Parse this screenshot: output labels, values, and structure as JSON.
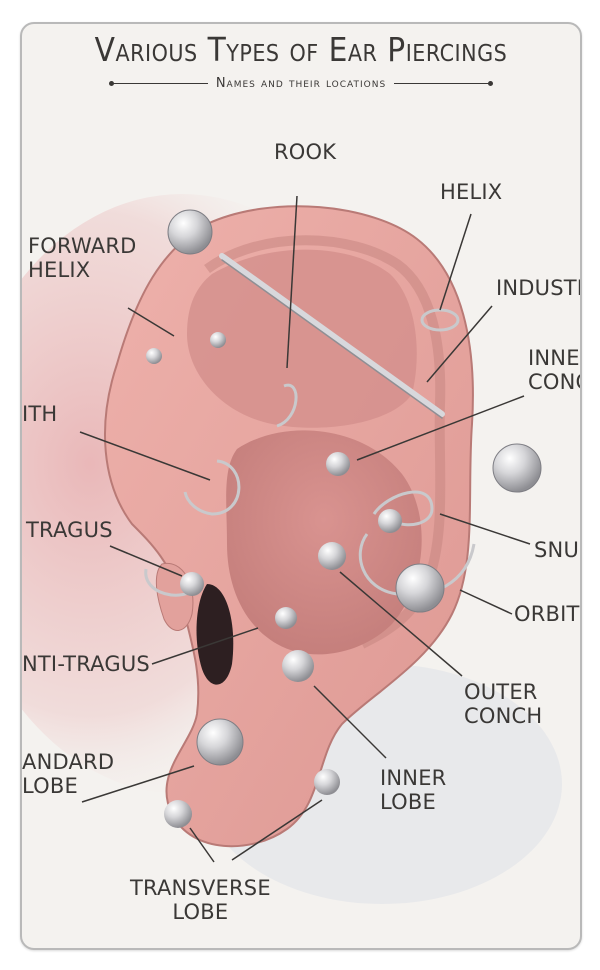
{
  "title": "Various Types of Ear Piercings",
  "subtitle": "Names and their locations",
  "labels": {
    "rook": "Rook",
    "helix": "Helix",
    "forward_helix": "Forward\nHelix",
    "industrial": "Industr",
    "inner_conch": "Inne\nConc",
    "daith": "ith",
    "tragus": "Tragus",
    "snug": "Snu",
    "orbital": "Orbit",
    "anti_tragus": "nti-Tragus",
    "outer_conch": "Outer\nConch",
    "standard_lobe": "andard\nLobe",
    "inner_lobe": "Inner\nLobe",
    "transverse_lobe": "Transverse\nLobe"
  },
  "colors": {
    "ink": "#3a3836",
    "skin": "#e4a39e",
    "skin_dark": "#c77b78",
    "metal": "#c9c9cc"
  }
}
